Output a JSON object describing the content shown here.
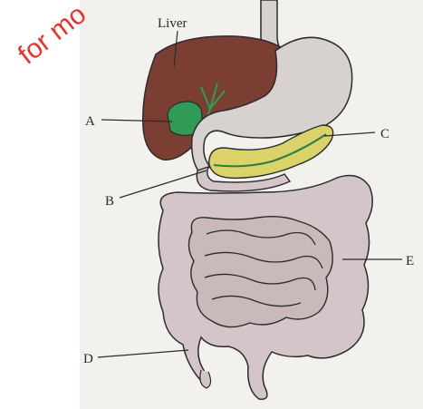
{
  "watermark": "for mo",
  "labels": {
    "liver": "Liver",
    "a": "A",
    "b": "B",
    "c": "C",
    "d": "D",
    "e": "E"
  },
  "colors": {
    "photo_bg": "#f3f1ee",
    "liver": "#7a3e33",
    "gallbladder": "#2f9b57",
    "stomach": "#d7d2cf",
    "pancreas": "#d9d36a",
    "intestine": "#d4c6c8",
    "outline": "#2b2b2b",
    "watermark": "#e3342f"
  }
}
